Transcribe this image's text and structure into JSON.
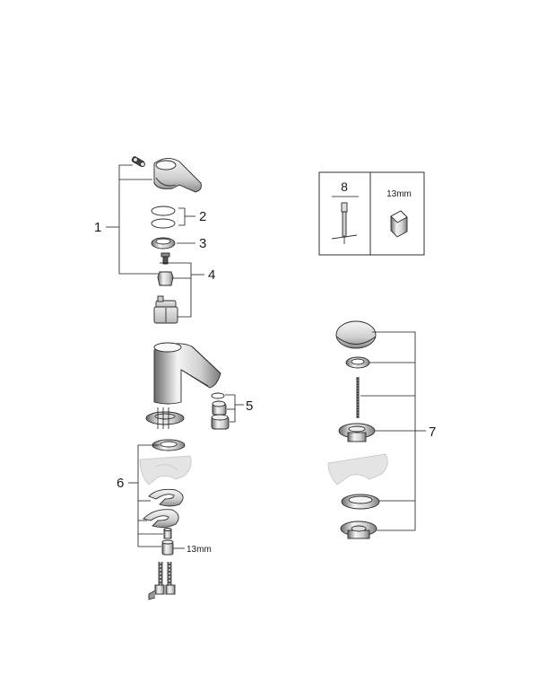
{
  "callouts": {
    "c1": "1",
    "c2": "2",
    "c3": "3",
    "c4": "4",
    "c5": "5",
    "c6": "6",
    "c7": "7"
  },
  "tool_box": {
    "tool_number": "8",
    "wrench_size": "13mm"
  },
  "nut_size_label": "13mm",
  "colors": {
    "line": "#1a1a1a",
    "chrome_light": "#f2f2f2",
    "chrome_mid": "#c8c8c8",
    "chrome_dark": "#6a6a6a"
  }
}
